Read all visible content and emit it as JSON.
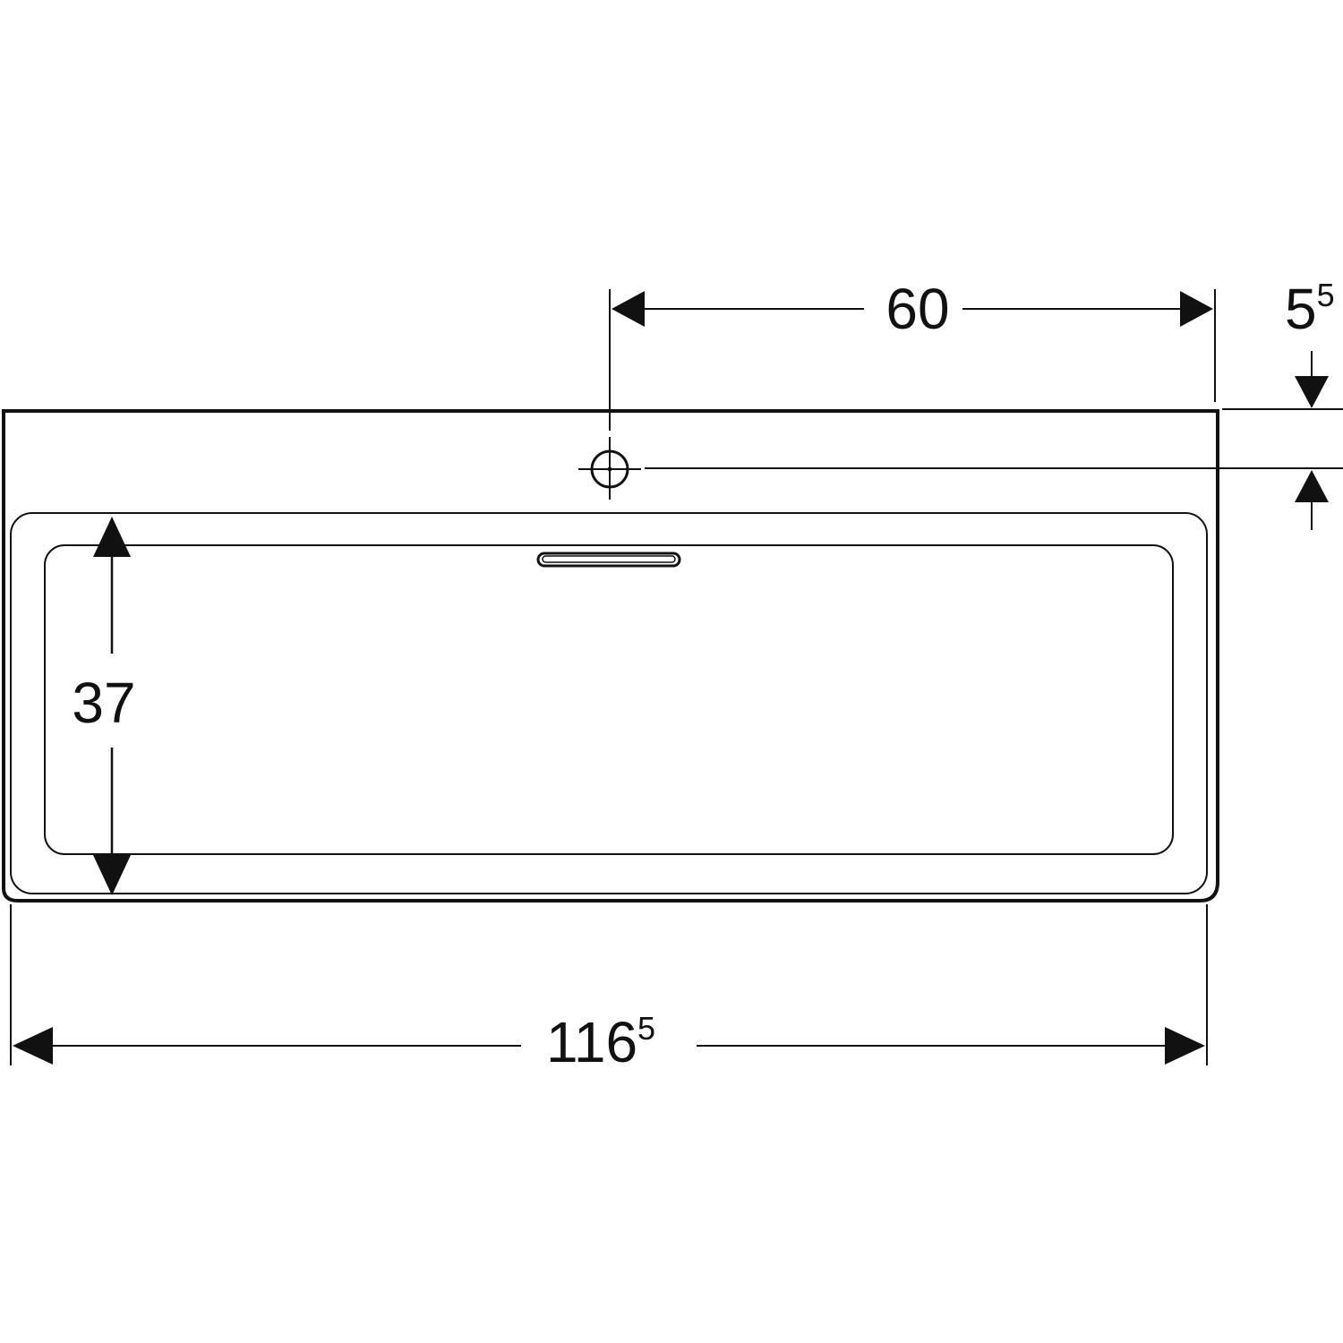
{
  "dimensions": {
    "tap_to_edge": {
      "main": "60",
      "sup": ""
    },
    "tap_offset": {
      "main": "5",
      "sup": "5"
    },
    "bowl_depth": {
      "main": "37",
      "sup": ""
    },
    "overall_width": {
      "main": "116",
      "sup": "5"
    }
  },
  "colors": {
    "line": "#111111",
    "background": "#ffffff"
  }
}
